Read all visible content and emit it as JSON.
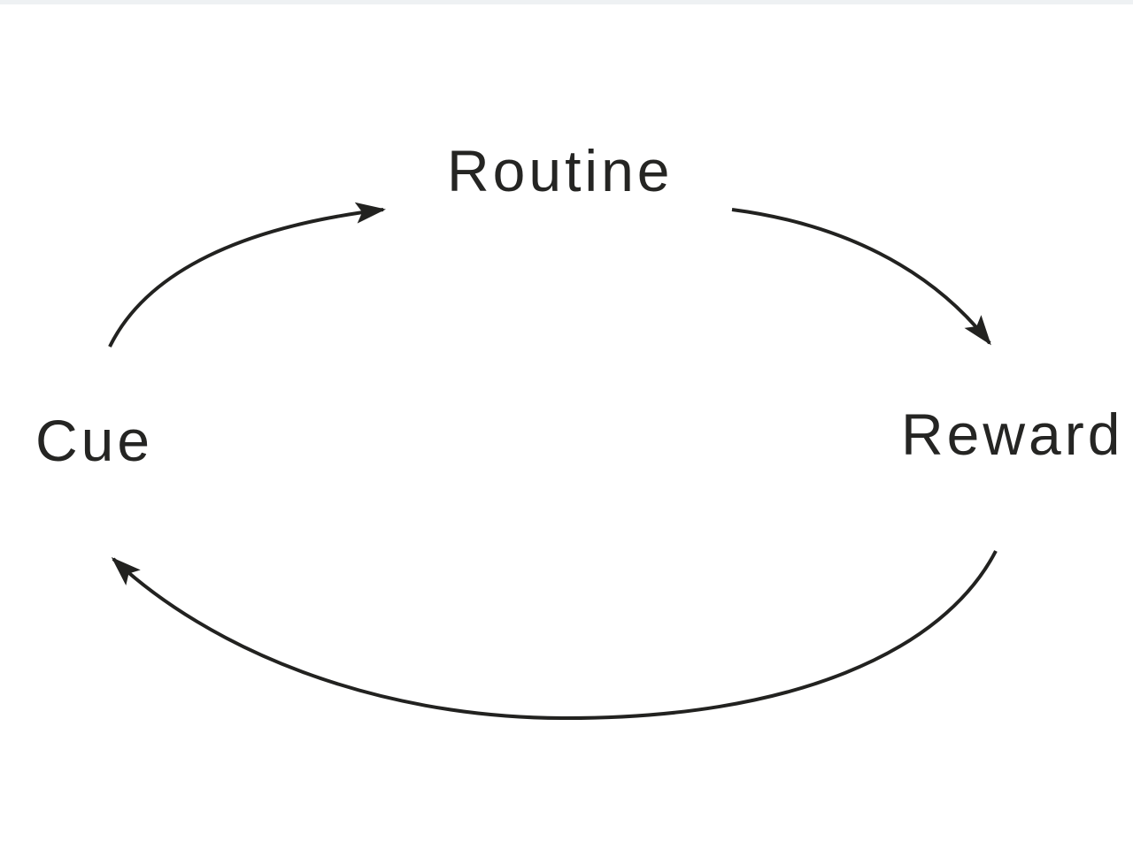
{
  "page": {
    "background": "#ffffff",
    "top_bar_color": "#eef1f3"
  },
  "diagram": {
    "type": "cycle",
    "ink_color": "#222220",
    "nodes": [
      {
        "id": "routine",
        "label": "Routine",
        "position": "top-center"
      },
      {
        "id": "reward",
        "label": "Reward",
        "position": "middle-right"
      },
      {
        "id": "cue",
        "label": "Cue",
        "position": "middle-left"
      }
    ],
    "edges": [
      {
        "from": "cue",
        "to": "routine",
        "style": "curved-arrow"
      },
      {
        "from": "routine",
        "to": "reward",
        "style": "curved-arrow"
      },
      {
        "from": "reward",
        "to": "cue",
        "style": "curved-arrow"
      }
    ]
  }
}
